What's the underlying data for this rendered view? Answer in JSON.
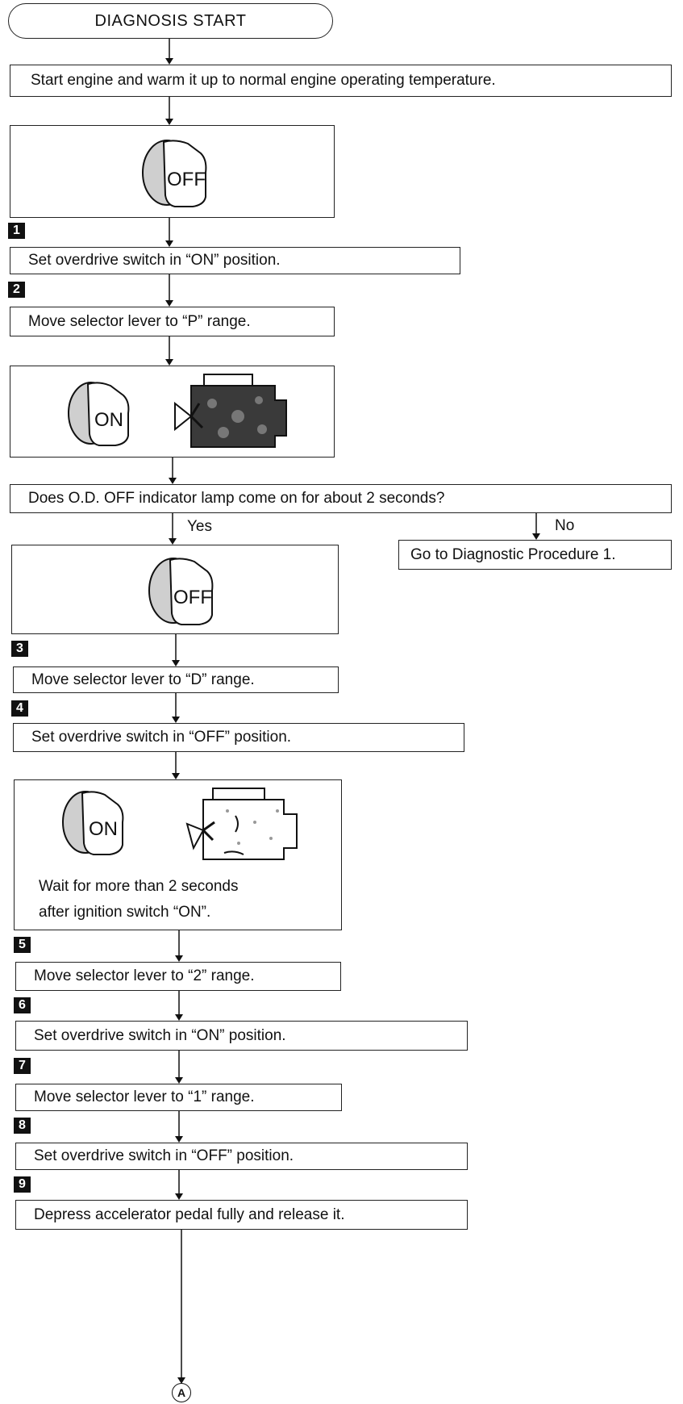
{
  "start_label": "DIAGNOSIS START",
  "steps": {
    "warmup": "Start engine and warm it up to normal engine operating temperature.",
    "s1": "Set overdrive switch in “ON” position.",
    "s2": "Move selector lever to “P” range.",
    "question": "Does O.D. OFF indicator lamp come on for about 2 seconds?",
    "s3": "Move selector lever to “D” range.",
    "s4": "Set overdrive switch in “OFF” position.",
    "s5": "Move selector lever to “2” range.",
    "s6": "Set overdrive switch in “ON” position.",
    "s7": "Move selector lever to “1” range.",
    "s8": "Set overdrive switch in “OFF” position.",
    "s9": "Depress accelerator pedal fully and release it."
  },
  "step_numbers": [
    "1",
    "2",
    "3",
    "4",
    "5",
    "6",
    "7",
    "8",
    "9"
  ],
  "branch": {
    "yes": "Yes",
    "no": "No",
    "no_target": "Go to Diagnostic Procedure 1."
  },
  "wait_note": {
    "line1": "Wait for more than 2 seconds",
    "line2": "after ignition switch “ON”."
  },
  "key_labels": {
    "off": "OFF",
    "on": "ON"
  },
  "icons": [
    "ignition-key-off-icon",
    "ignition-key-on-icon",
    "engine-running-icon",
    "engine-stopped-icon"
  ],
  "connector": "A"
}
